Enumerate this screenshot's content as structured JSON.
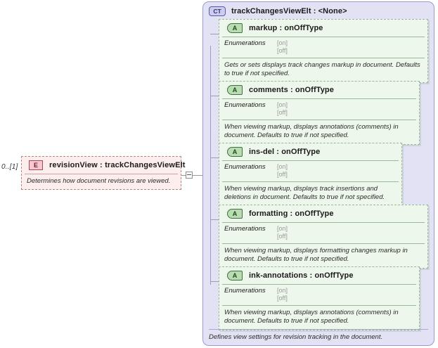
{
  "element": {
    "cardinality": "0..[1]",
    "badge": "E",
    "title": "revisionView : trackChangesViewElt",
    "description": "Determines how document revisions are viewed."
  },
  "complex_type": {
    "badge": "CT",
    "title": "trackChangesViewElt : <None>",
    "footer": "Defines view settings for revision tracking in the document.",
    "attributes": [
      {
        "badge": "A",
        "title": "markup   : onOffType",
        "enum_label": "Enumerations",
        "enum_values": "[on]\n[off]",
        "description": "Gets or sets displays track changes markup in document. Defaults to true if not specified."
      },
      {
        "badge": "A",
        "title": "comments : onOffType",
        "enum_label": "Enumerations",
        "enum_values": "[on]\n[off]",
        "description": "When viewing markup, displays annotations (comments) in document. Defaults to true if not specified."
      },
      {
        "badge": "A",
        "title": "ins-del    : onOffType",
        "enum_label": "Enumerations",
        "enum_values": "[on]\n[off]",
        "description": "When viewing markup, displays track insertions and deletions in document. Defaults to true if not specified."
      },
      {
        "badge": "A",
        "title": "formatting : onOffType",
        "enum_label": "Enumerations",
        "enum_values": "[on]\n[off]",
        "description": "When viewing markup, displays formatting changes markup in document. Defaults to true if not specified."
      },
      {
        "badge": "A",
        "title": "ink-annotations : onOffType",
        "enum_label": "Enumerations",
        "enum_values": "[on]\n[off]",
        "description": "When viewing markup, displays annotations (comments) in document. Defaults to true if not specified."
      }
    ]
  },
  "colors": {
    "element_fill": "#fdeeee",
    "element_border": "#b08a8a",
    "ct_fill": "#e3e2f5",
    "ct_border": "#9a9ad0",
    "attr_fill": "#eef7ec",
    "attr_border": "#9bb79b"
  }
}
